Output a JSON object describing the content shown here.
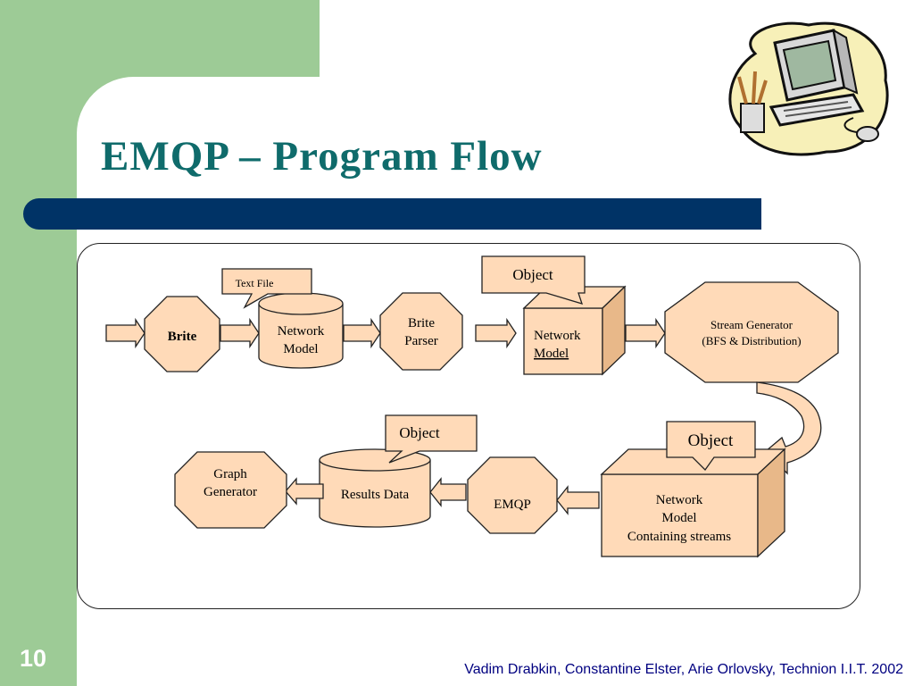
{
  "slide": {
    "title": "EMQP – Program Flow",
    "number": "10",
    "footer": "Vadim Drabkin, Constantine Elster, Arie Orlovsky, Technion I.I.T. 2002"
  },
  "diagram": {
    "colors": {
      "fill": "#ffdab8",
      "outline": "#222222",
      "side": "#e8b889"
    },
    "brite": "Brite",
    "text_file_callout": "Text File",
    "network_model_cyl": [
      "Network",
      "Model"
    ],
    "brite_parser": [
      "Brite",
      "Parser"
    ],
    "object_callout_1": "Object",
    "network_model_box": [
      "Network",
      "Model"
    ],
    "stream_generator": [
      "Stream Generator",
      "(BFS & Distribution)"
    ],
    "object_callout_2": "Object",
    "network_model_streams": [
      "Network",
      "Model",
      "Containing streams"
    ],
    "emqp": "EMQP",
    "object_callout_3": "Object",
    "results_data": "Results Data",
    "graph_generator": [
      "Graph",
      "Generator"
    ]
  }
}
